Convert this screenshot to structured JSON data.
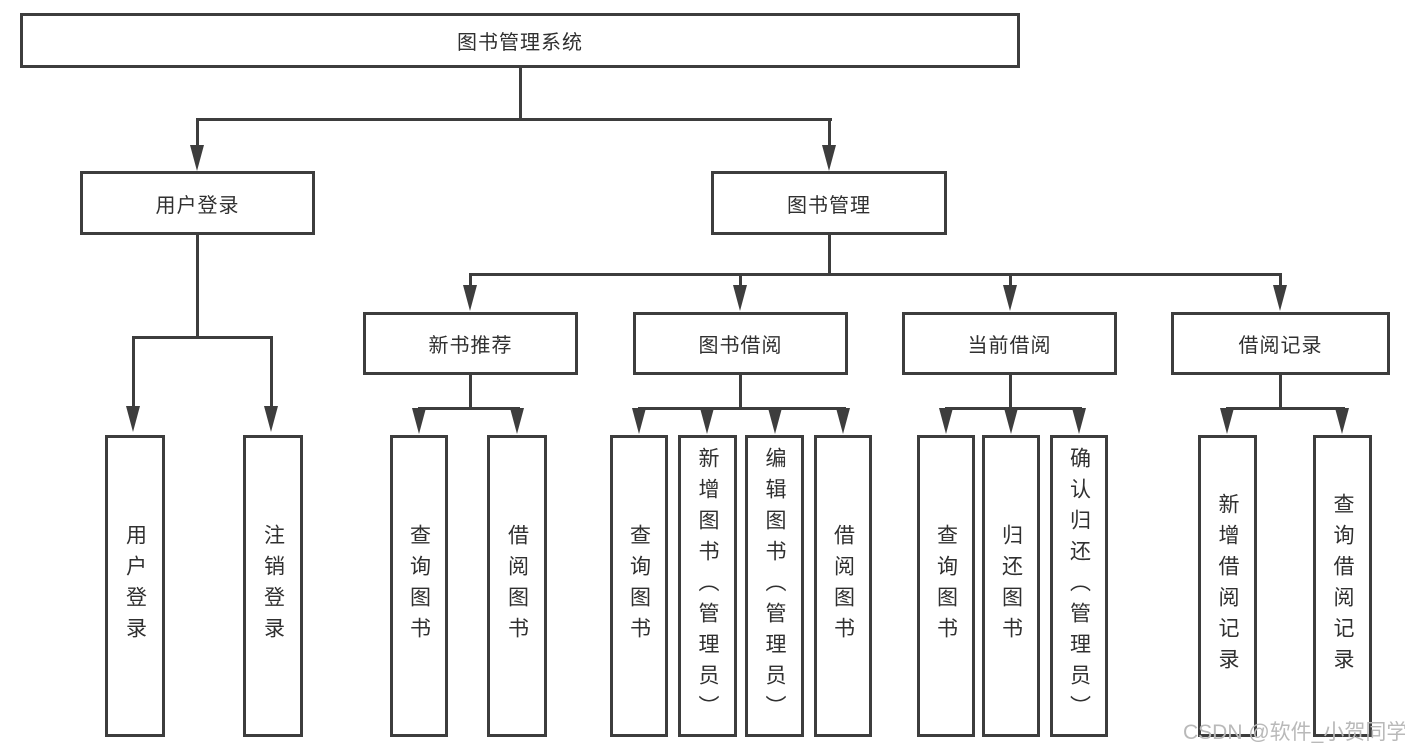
{
  "diagram": {
    "root": "图书管理系统",
    "level2": [
      "用户登录",
      "图书管理"
    ],
    "level3": [
      "新书推荐",
      "图书借阅",
      "当前借阅",
      "借阅记录"
    ],
    "leaves_user_login": [
      "用户登录",
      "注销登录"
    ],
    "leaves_new_book": [
      "查询图书",
      "借阅图书"
    ],
    "leaves_book_borrow": [
      "查询图书",
      "新增图书（管理员）",
      "编辑图书（管理员）",
      "借阅图书"
    ],
    "leaves_current_borrow": [
      "查询图书",
      "归还图书",
      "确认归还（管理员）"
    ],
    "leaves_borrow_records": [
      "新增借阅记录",
      "查询借阅记录"
    ]
  },
  "watermark": "CSDN @软件_小贺同学",
  "colors": {
    "line": "#3d3d3d",
    "text": "#303030",
    "watermark": "#b9b9b9",
    "background": "#ffffff"
  }
}
